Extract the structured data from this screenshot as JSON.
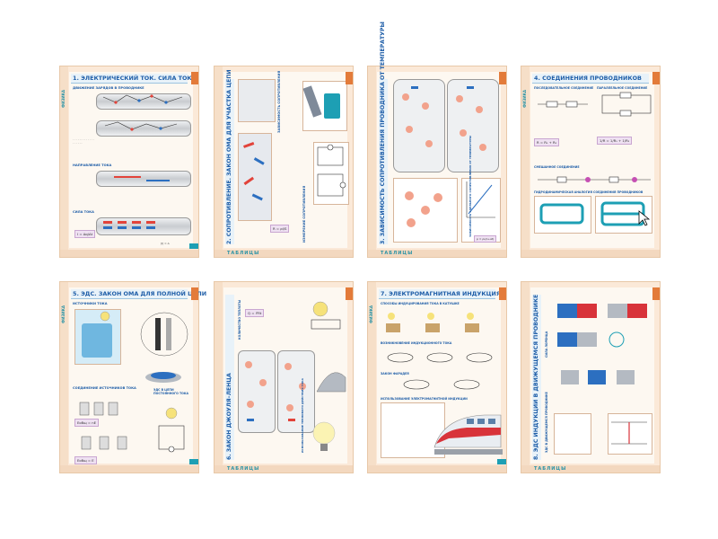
{
  "brand": "ТАБЛИЦЫ",
  "subject": "ФИЗИКА",
  "sheets": [
    {
      "title": "1. ЭЛЕКТРИЧЕСКИЙ ТОК. СИЛА ТОКА",
      "labels": [
        "ДВИЖЕНИЕ ЗАРЯДОВ В ПРОВОДНИКЕ",
        "НАПРАВЛЕНИЕ ТОКА",
        "СИЛА ТОКА"
      ],
      "formula": "I = Δq/Δt",
      "unit": "[I] = A"
    },
    {
      "title": "2. СОПРОТИВЛЕНИЕ. ЗАКОН ОМА ДЛЯ УЧАСТКА ЦЕПИ",
      "labels": [
        "ИЗМЕРЕНИЕ СОПРОТИВЛЕНИЯ",
        "ЗАВИСИМОСТЬ СОПРОТИВЛЕНИЯ",
        "R = ρl/S"
      ]
    },
    {
      "title": "3. ЗАВИСИМОСТЬ СОПРОТИВЛЕНИЯ ПРОВОДНИКА ОТ ТЕМПЕРАТУРЫ",
      "labels": [
        "ЗАВИСИМОСТЬ УДЕЛЬНОГО СОПРОТИВЛЕНИЯ ОТ ТЕМПЕРАТУРЫ"
      ],
      "formula": "ρ = ρ₀(1+αt)"
    },
    {
      "title": "4. СОЕДИНЕНИЯ ПРОВОДНИКОВ",
      "labels": [
        "ПОСЛЕДОВАТЕЛЬНОЕ СОЕДИНЕНИЕ",
        "ПАРАЛЛЕЛЬНОЕ СОЕДИНЕНИЕ",
        "СМЕШАННОЕ СОЕДИНЕНИЕ",
        "ГИДРОДИНАМИЧЕСКАЯ АНАЛОГИЯ СОЕДИНЕНИЯ ПРОВОДНИКОВ"
      ]
    },
    {
      "title": "5. ЭДС. ЗАКОН ОМА ДЛЯ ПОЛНОЙ ЦЕПИ",
      "labels": [
        "ИСТОЧНИКИ ТОКА",
        "СОЕДИНЕНИЕ ИСТОЧНИКОВ ТОКА",
        "ЭДС В ЦЕПИ ПОСТОЯННОГО ТОКА"
      ],
      "formula": "Eобщ = nE",
      "formula2": "Eобщ = E"
    },
    {
      "title": "6. ЗАКОН ДЖОУЛЯ–ЛЕНЦА",
      "labels": [
        "КОЛИЧЕСТВО ТЕПЛОТЫ",
        "ИСПОЛЬЗОВАНИЕ ТЕПЛОВОГО ДЕЙСТВИЯ ТОКА"
      ],
      "formula": "Q = I²Rt"
    },
    {
      "title": "7. ЭЛЕКТРОМАГНИТНАЯ ИНДУКЦИЯ",
      "labels": [
        "СПОСОБЫ ИНДУЦИРОВАНИЯ ТОКА В КАТУШКЕ",
        "ВОЗНИКНОВЕНИЕ ИНДУКЦИОННОГО ТОКА",
        "ЗАКОН ФАРАДЕЯ",
        "ИСПОЛЬЗОВАНИЕ ЭЛЕКТРОМАГНИТНОЙ ИНДУКЦИИ"
      ]
    },
    {
      "title": "8. ЭДС ИНДУКЦИИ В ДВИЖУЩЕМСЯ ПРОВОДНИКЕ",
      "labels": [
        "СИЛА ЛОРЕНЦА",
        "ЭДС В ДВИЖУЩЕМСЯ ПРОВОДНИКЕ"
      ]
    }
  ],
  "colors": {
    "sheet_bg": "#fbe9d8",
    "title_blue": "#1f5ea8",
    "accent_teal": "#1d9fb4",
    "accent_orange": "#e37b3a",
    "current_red": "#e2433a",
    "charge_blue": "#2c6fc0",
    "formula_bg": "#efe1f2"
  },
  "cursor": "mouse-pointer-icon"
}
